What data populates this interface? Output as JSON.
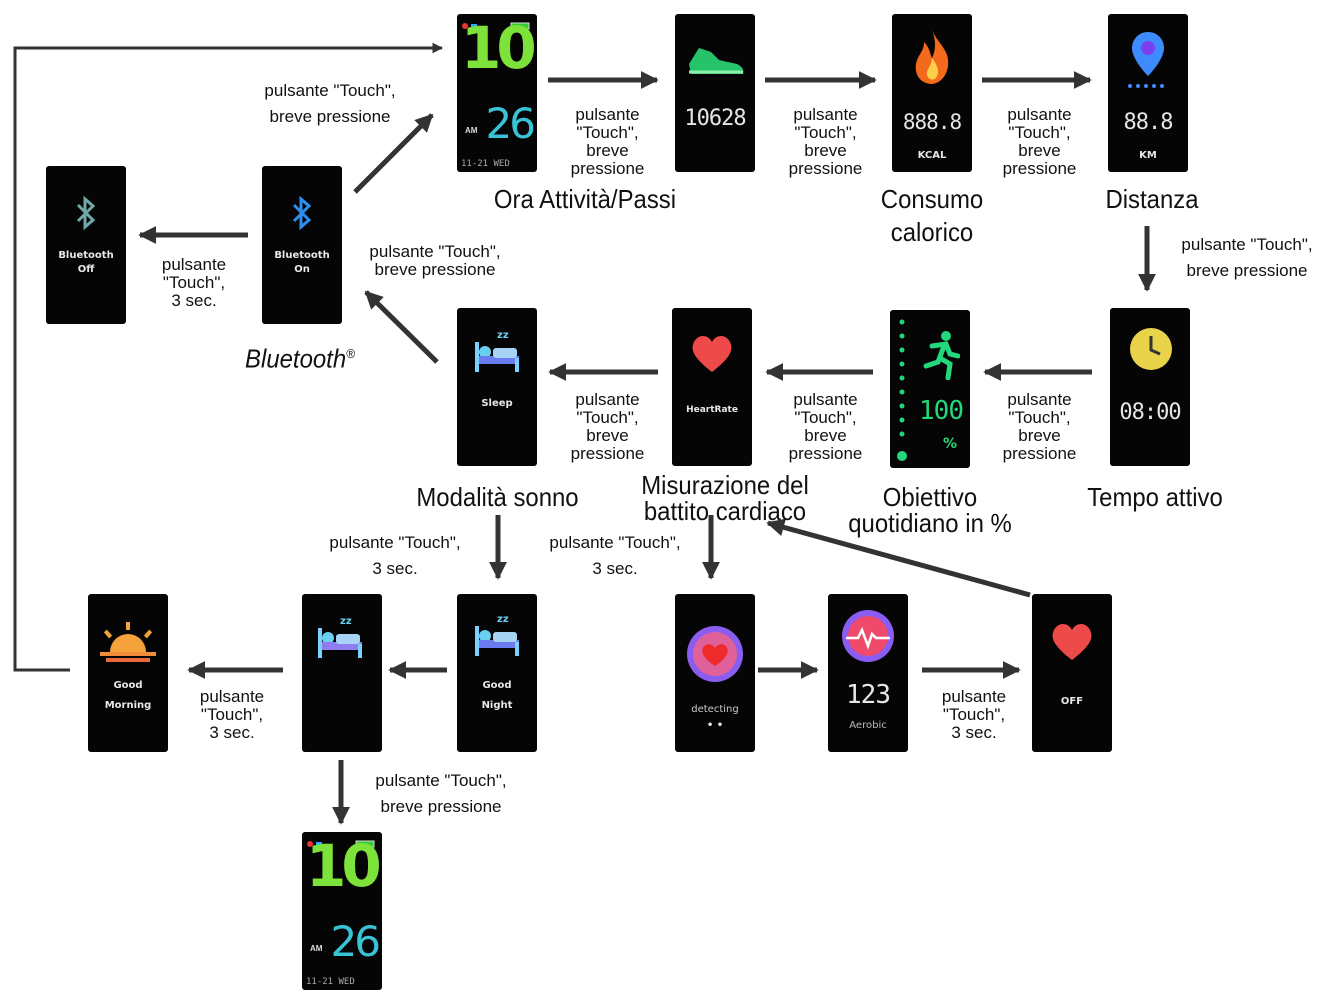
{
  "colors": {
    "arrow": "#333333",
    "screen": "#050505",
    "time_hour": "#7de23a",
    "time_minute": "#39c3d6",
    "goal_green": "#22d87a",
    "heart_red": "#ef4a4a",
    "location_blue": "#3d8bff",
    "clock_yellow": "#e8d34a"
  },
  "screens": {
    "time": {
      "hour": "10",
      "minute": "26",
      "ampm": "AM",
      "date": "11-21  WED"
    },
    "steps": {
      "icon": "shoe-icon",
      "value": "10628"
    },
    "calories": {
      "icon": "flame-icon",
      "value": "888.8",
      "unit": "KCAL"
    },
    "distance": {
      "icon": "location-pin-icon",
      "value": "88.8",
      "unit": "KM"
    },
    "active_time": {
      "icon": "clock-icon",
      "value": "08:00"
    },
    "goal": {
      "icon": "runner-icon",
      "value": "100",
      "unit": "%"
    },
    "heartrate": {
      "icon": "heart-icon",
      "label": "HeartRate"
    },
    "sleep": {
      "icon": "bed-icon",
      "label": "Sleep"
    },
    "bluetooth_on": {
      "icon": "bluetooth-icon",
      "label1": "Bluetooth",
      "label2": "On"
    },
    "bluetooth_off": {
      "icon": "bluetooth-icon",
      "label1": "Bluetooth",
      "label2": "Off"
    },
    "good_night": {
      "icon": "bed-icon",
      "label1": "Good",
      "label2": "Night"
    },
    "sleeping": {
      "icon": "bed-icon"
    },
    "good_morning": {
      "icon": "sunrise-icon",
      "label1": "Good",
      "label2": "Morning"
    },
    "detecting": {
      "icon": "heart-icon",
      "label": "detecting",
      "dots": "• •"
    },
    "aerobic": {
      "icon": "heart-pulse-icon",
      "value": "123",
      "label": "Aerobic"
    },
    "hr_off": {
      "icon": "heart-icon",
      "label": "OFF"
    },
    "time_bottom": {
      "hour": "10",
      "minute": "26",
      "ampm": "AM",
      "date": "11-21  WED"
    }
  },
  "captions": {
    "time_steps": "Ora Attività/Passi",
    "calories_1": "Consumo",
    "calories_2": "calorico",
    "distance": "Distanza",
    "active_time": "Tempo attivo",
    "goal_1": "Obiettivo",
    "goal_2": "quotidiano in %",
    "heartrate_1": "Misurazione del",
    "heartrate_2": "battito cardiaco",
    "sleep": "Modalità sonno",
    "bluetooth": "Bluetooth",
    "bluetooth_reg": "®"
  },
  "labels": {
    "short_press_2a": "pulsante \"Touch\",",
    "short_press_2b": "breve pressione",
    "short_press_4a": "pulsante",
    "short_press_4b": "\"Touch\",",
    "short_press_4c": "breve",
    "short_press_4d": "pressione",
    "press3_a": "pulsante",
    "press3_b": "\"Touch\",",
    "press3_c": "3 sec.",
    "press3_2a": "pulsante \"Touch\",",
    "press3_2b": "3 sec."
  }
}
